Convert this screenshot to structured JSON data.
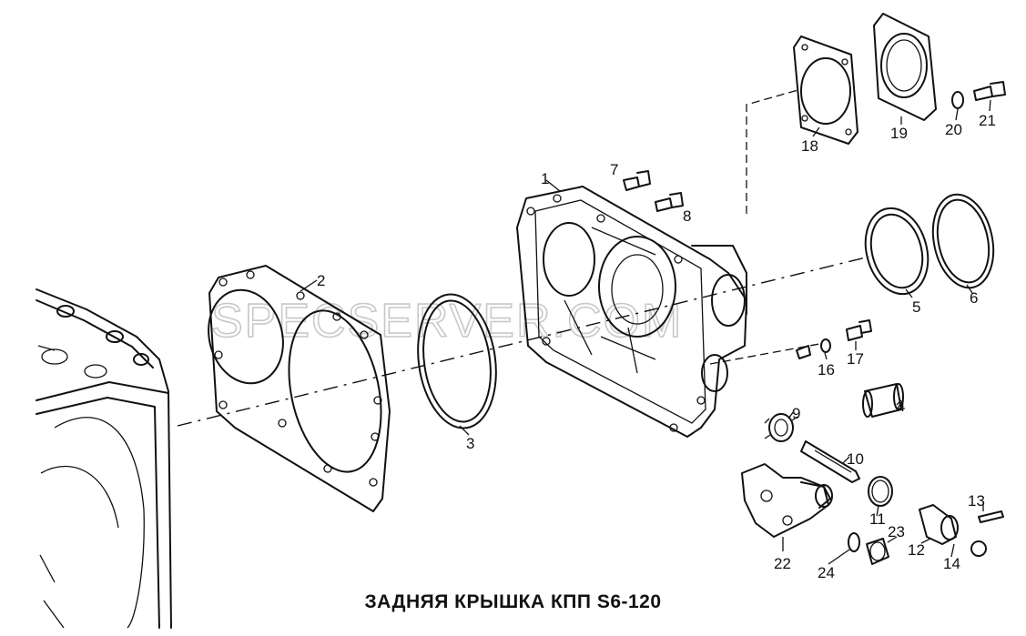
{
  "title": "ЗАДНЯЯ КРЫШКА КПП S6-120",
  "watermark": "SPECSERVER.COM",
  "callouts": [
    {
      "id": "1",
      "label": "1"
    },
    {
      "id": "2",
      "label": "2"
    },
    {
      "id": "3",
      "label": "3"
    },
    {
      "id": "4",
      "label": "4"
    },
    {
      "id": "5",
      "label": "5"
    },
    {
      "id": "6",
      "label": "6"
    },
    {
      "id": "7",
      "label": "7"
    },
    {
      "id": "8",
      "label": "8"
    },
    {
      "id": "9",
      "label": "9"
    },
    {
      "id": "10",
      "label": "10"
    },
    {
      "id": "11",
      "label": "11"
    },
    {
      "id": "12",
      "label": "12"
    },
    {
      "id": "13",
      "label": "13"
    },
    {
      "id": "14",
      "label": "14"
    },
    {
      "id": "16",
      "label": "16"
    },
    {
      "id": "17",
      "label": "17"
    },
    {
      "id": "18",
      "label": "18"
    },
    {
      "id": "19",
      "label": "19"
    },
    {
      "id": "20",
      "label": "20"
    },
    {
      "id": "21",
      "label": "21"
    },
    {
      "id": "22",
      "label": "22"
    },
    {
      "id": "23",
      "label": "23"
    },
    {
      "id": "24",
      "label": "24"
    }
  ]
}
